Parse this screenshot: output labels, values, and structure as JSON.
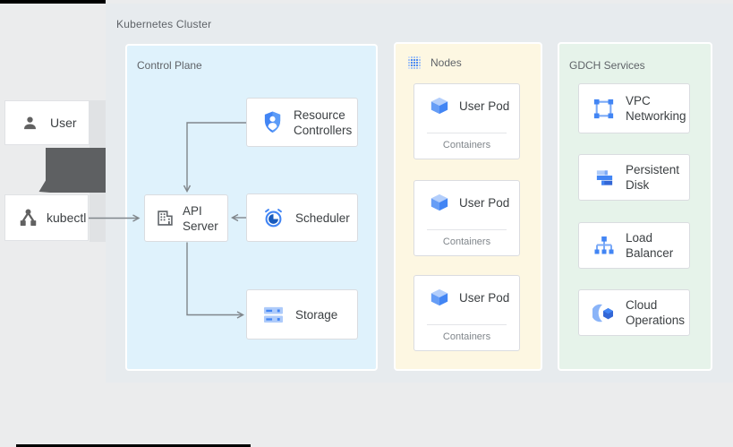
{
  "cluster": {
    "label": "Kubernetes Cluster"
  },
  "external": {
    "user": {
      "label": "User"
    },
    "kubectl": {
      "label": "kubectl"
    }
  },
  "control_plane": {
    "label": "Control Plane",
    "resource_controllers": "Resource Controllers",
    "api_server": "API Server",
    "scheduler": "Scheduler",
    "storage": "Storage"
  },
  "nodes": {
    "label": "Nodes",
    "pods": [
      {
        "title": "User Pod",
        "subtitle": "Containers"
      },
      {
        "title": "User Pod",
        "subtitle": "Containers"
      },
      {
        "title": "User Pod",
        "subtitle": "Containers"
      }
    ]
  },
  "gdch": {
    "label": "GDCH Services",
    "services": [
      {
        "label": "VPC Networking"
      },
      {
        "label": "Persistent Disk"
      },
      {
        "label": "Load Balancer"
      },
      {
        "label": "Cloud Operations"
      }
    ]
  },
  "colors": {
    "page_bg": "#ebeced",
    "cluster_bg": "#e7ebee",
    "control_plane_bg": "#dff2fc",
    "nodes_bg": "#fdf7e2",
    "gdch_bg": "#e6f3ea",
    "card_border": "#dadce0",
    "label_gray": "#5f6368",
    "text_dark": "#3c4043",
    "connector_gray": "#80868b",
    "fat_arrow_gray": "#5e6062",
    "accent_blue": "#4285f4",
    "light_blue": "#aecbfa",
    "dark_blue": "#3367d6"
  }
}
